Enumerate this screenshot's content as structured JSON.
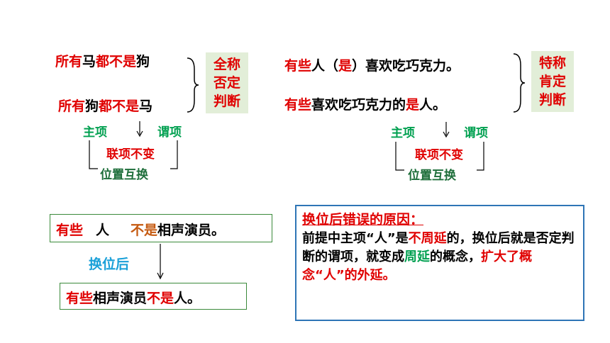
{
  "universal": {
    "line1": {
      "a": "所有",
      "b": "马",
      "c": "都不是",
      "d": "狗"
    },
    "line2": {
      "a": "所有",
      "b": "狗",
      "c": "都不是",
      "d": "马"
    },
    "label": [
      "全称",
      "否定",
      "判断"
    ],
    "subject": "主项",
    "predicate": "谓项",
    "copula_unchanged": "联项不变",
    "swap": "位置互换"
  },
  "particular": {
    "line1": {
      "a": "有些",
      "b": "人（",
      "c": "是",
      "d": "）喜欢吃巧克力。"
    },
    "line2": {
      "a": "有些",
      "b": "喜欢吃巧克力的",
      "c": "是",
      "d": "人。"
    },
    "label": [
      "特称",
      "肯定",
      "判断"
    ],
    "subject": "主项",
    "predicate": "谓项",
    "copula_unchanged": "联项不变",
    "swap": "位置互换"
  },
  "example": {
    "before": {
      "a": "有些",
      "b": "人",
      "c": "不是",
      "d": "相声演员。"
    },
    "arrow_label": "换位后",
    "after": {
      "a": "有些",
      "b": "相声演员",
      "c": "不是",
      "d": "人。"
    }
  },
  "explanation": {
    "title": "换位后错误的原因：",
    "p1": "前提中主项“人”是",
    "p2": "不周延",
    "p3": "的，换位后就是否定判断的谓项，就变成",
    "p4": "周延",
    "p5": "的概念，",
    "p6": "扩大了概念“人”的外延。"
  }
}
